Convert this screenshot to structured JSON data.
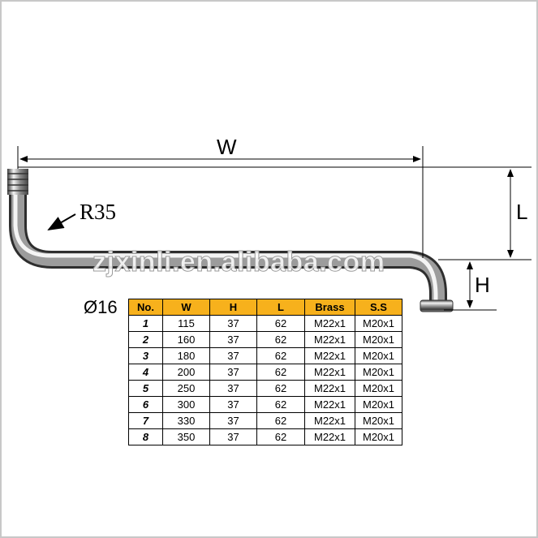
{
  "labels": {
    "width": "W",
    "length": "L",
    "height": "H",
    "radius": "R35",
    "diameter": "Ø16"
  },
  "watermark": "zjxinli.en.alibaba.com",
  "colors": {
    "header_bg": "#f7b11c",
    "border": "#c8c8c8"
  },
  "table": {
    "headers": [
      "No.",
      "W",
      "H",
      "L",
      "Brass",
      "S.S"
    ],
    "rows": [
      [
        "1",
        "115",
        "37",
        "62",
        "M22x1",
        "M20x1"
      ],
      [
        "2",
        "160",
        "37",
        "62",
        "M22x1",
        "M20x1"
      ],
      [
        "3",
        "180",
        "37",
        "62",
        "M22x1",
        "M20x1"
      ],
      [
        "4",
        "200",
        "37",
        "62",
        "M22x1",
        "M20x1"
      ],
      [
        "5",
        "250",
        "37",
        "62",
        "M22x1",
        "M20x1"
      ],
      [
        "6",
        "300",
        "37",
        "62",
        "M22x1",
        "M20x1"
      ],
      [
        "7",
        "330",
        "37",
        "62",
        "M22x1",
        "M20x1"
      ],
      [
        "8",
        "350",
        "37",
        "62",
        "M22x1",
        "M20x1"
      ]
    ]
  }
}
